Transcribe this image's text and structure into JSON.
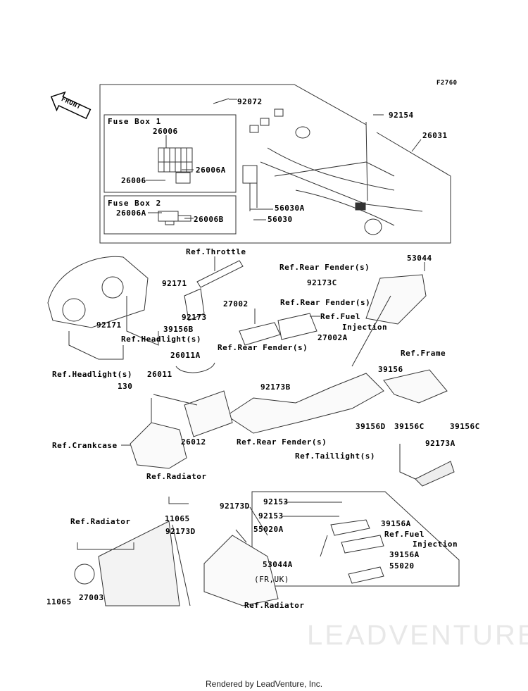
{
  "diagram_code": "F2760",
  "front_label": "FRONT",
  "watermark": "LEADVENTURE",
  "fuse_box_1": {
    "title": "Fuse Box 1",
    "labels": [
      "26006",
      "26006A",
      "26006"
    ]
  },
  "fuse_box_2": {
    "title": "Fuse Box 2",
    "labels": [
      "26006A",
      "26006B"
    ]
  },
  "labels": {
    "p92072": "92072",
    "p92154": "92154",
    "p26031": "26031",
    "p56030A": "56030A",
    "p56030": "56030",
    "ref_throttle": "Ref.Throttle",
    "p53044": "53044",
    "ref_rear_fender_1": "Ref.Rear Fender(s)",
    "p92173C": "92173C",
    "p92171a": "92171",
    "ref_rear_fender_2": "Ref.Rear Fender(s)",
    "p27002": "27002",
    "ref_fuel_injection_1": "Ref.Fuel",
    "injection_1": "Injection",
    "p92173": "92173",
    "p39156B": "39156B",
    "p92171b": "92171",
    "ref_headlight_1": "Ref.Headlight(s)",
    "ref_rear_fender_3": "Ref.Rear Fender(s)",
    "p27002A": "27002A",
    "ref_frame": "Ref.Frame",
    "p26011A": "26011A",
    "p39156": "39156",
    "ref_headlight_2": "Ref.Headlight(s)",
    "p26011": "26011",
    "p130": "130",
    "p92173B": "92173B",
    "p39156D": "39156D",
    "p39156C_1": "39156C",
    "p39156C_2": "39156C",
    "ref_crankcase": "Ref.Crankcase",
    "p26012": "26012",
    "ref_rear_fender_4": "Ref.Rear Fender(s)",
    "p92173A": "92173A",
    "ref_taillight": "Ref.Taillight(s)",
    "ref_radiator_1": "Ref.Radiator",
    "p92173D_1": "92173D",
    "p11065_1": "11065",
    "ref_radiator_2": "Ref.Radiator",
    "p92173D_2": "92173D",
    "p11065_2": "11065",
    "p27003": "27003",
    "ref_radiator_3": "Ref.Radiator",
    "p92153_1": "92153",
    "p92153_2": "92153",
    "p55020A": "55020A",
    "p39156A_1": "39156A",
    "ref_fuel_injection_2": "Ref.Fuel",
    "injection_2": "Injection",
    "p39156A_2": "39156A",
    "p53044A": "53044A",
    "p55020": "55020",
    "fr_uk": "(FR,UK)"
  },
  "footer": "Rendered by LeadVenture, Inc."
}
